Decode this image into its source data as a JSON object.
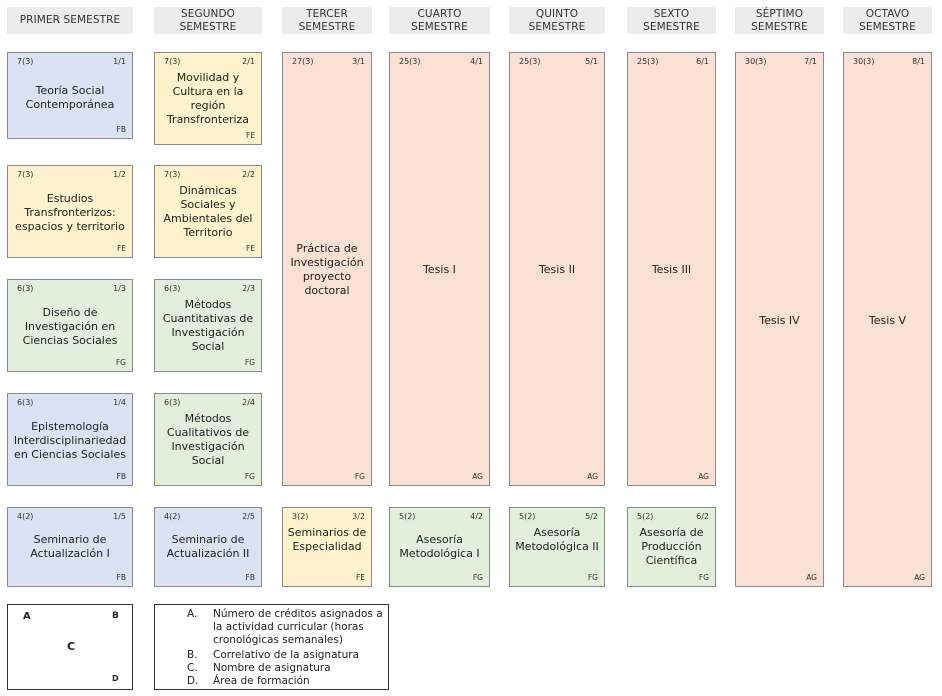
{
  "headers": [
    "PRIMER SEMESTRE",
    "SEGUNDO SEMESTRE",
    "TERCER SEMESTRE",
    "CUARTO SEMESTRE",
    "QUINTO SEMESTRE",
    "SEXTO SEMESTRE",
    "SÉPTIMO SEMESTRE",
    "OCTAVO SEMESTRE"
  ],
  "courses": [
    {
      "credits": "7(3)",
      "code": "1/1",
      "name": "Teoría Social Contemporánea",
      "area": "FB",
      "color": "#dae3f3"
    },
    {
      "credits": "7(3)",
      "code": "1/2",
      "name": "Estudios Transfronterizos: espacios y territorio",
      "area": "FE",
      "color": "#fff2cc"
    },
    {
      "credits": "6(3)",
      "code": "1/3",
      "name": "Diseño de Investigación en Ciencias Sociales",
      "area": "FG",
      "color": "#e2efda"
    },
    {
      "credits": "6(3)",
      "code": "1/4",
      "name": "Epistemología Interdisciplinariedad en Ciencias Sociales",
      "area": "FB",
      "color": "#dae3f3"
    },
    {
      "credits": "4(2)",
      "code": "1/5",
      "name": "Seminario de Actualización I",
      "area": "FB",
      "color": "#dae3f3"
    },
    {
      "credits": "7(3)",
      "code": "2/1",
      "name": "Movilidad y Cultura en la región Transfronteriza",
      "area": "FE",
      "color": "#fff2cc"
    },
    {
      "credits": "7(3)",
      "code": "2/2",
      "name": "Dinámicas Sociales y Ambientales del Territorio",
      "area": "FE",
      "color": "#fff2cc"
    },
    {
      "credits": "6(3)",
      "code": "2/3",
      "name": "Métodos Cuantitativas de Investigación Social",
      "area": "FG",
      "color": "#e2efda"
    },
    {
      "credits": "6(3)",
      "code": "2/4",
      "name": "Métodos Cualitativos de Investigación Social",
      "area": "FG",
      "color": "#e2efda"
    },
    {
      "credits": "4(2)",
      "code": "2/5",
      "name": "Seminario de Actualización II",
      "area": "FB",
      "color": "#dae3f3"
    },
    {
      "credits": "27(3)",
      "code": "3/1",
      "name": "Práctica de Investigación proyecto doctoral",
      "area": "FG",
      "color": "#fbe0d4"
    },
    {
      "credits": "3(2)",
      "code": "3/2",
      "name": "Seminarios de Especialidad",
      "area": "FE",
      "color": "#fff2cc"
    },
    {
      "credits": "25(3)",
      "code": "4/1",
      "name": "Tesis I",
      "area": "AG",
      "color": "#fbe0d4"
    },
    {
      "credits": "5(2)",
      "code": "4/2",
      "name": "Asesoría Metodológica I",
      "area": "FG",
      "color": "#e2efda"
    },
    {
      "credits": "25(3)",
      "code": "5/1",
      "name": "Tesis II",
      "area": "AG",
      "color": "#fbe0d4"
    },
    {
      "credits": "5(2)",
      "code": "5/2",
      "name": "Asesoría Metodológica II",
      "area": "FG",
      "color": "#e2efda"
    },
    {
      "credits": "25(3)",
      "code": "6/1",
      "name": "Tesis III",
      "area": "AG",
      "color": "#fbe0d4"
    },
    {
      "credits": "5(2)",
      "code": "6/2",
      "name": "Asesoría de Producción Científica",
      "area": "FG",
      "color": "#e2efda"
    },
    {
      "credits": "30(3)",
      "code": "7/1",
      "name": "Tesis IV",
      "area": "AG",
      "color": "#fbe0d4"
    },
    {
      "credits": "30(3)",
      "code": "8/1",
      "name": "Tesis V",
      "area": "AG",
      "color": "#fbe0d4"
    }
  ],
  "legend": {
    "sample": {
      "a": "A",
      "b": "B",
      "c": "C",
      "d": "D"
    },
    "items": [
      {
        "key": "A.",
        "text": "Número de créditos asignados a la actividad curricular (horas cronológicas semanales)"
      },
      {
        "key": "B.",
        "text": "Correlativo de la asignatura"
      },
      {
        "key": "C.",
        "text": "Nombre de asignatura"
      },
      {
        "key": "D.",
        "text": "Área de formación"
      }
    ]
  }
}
